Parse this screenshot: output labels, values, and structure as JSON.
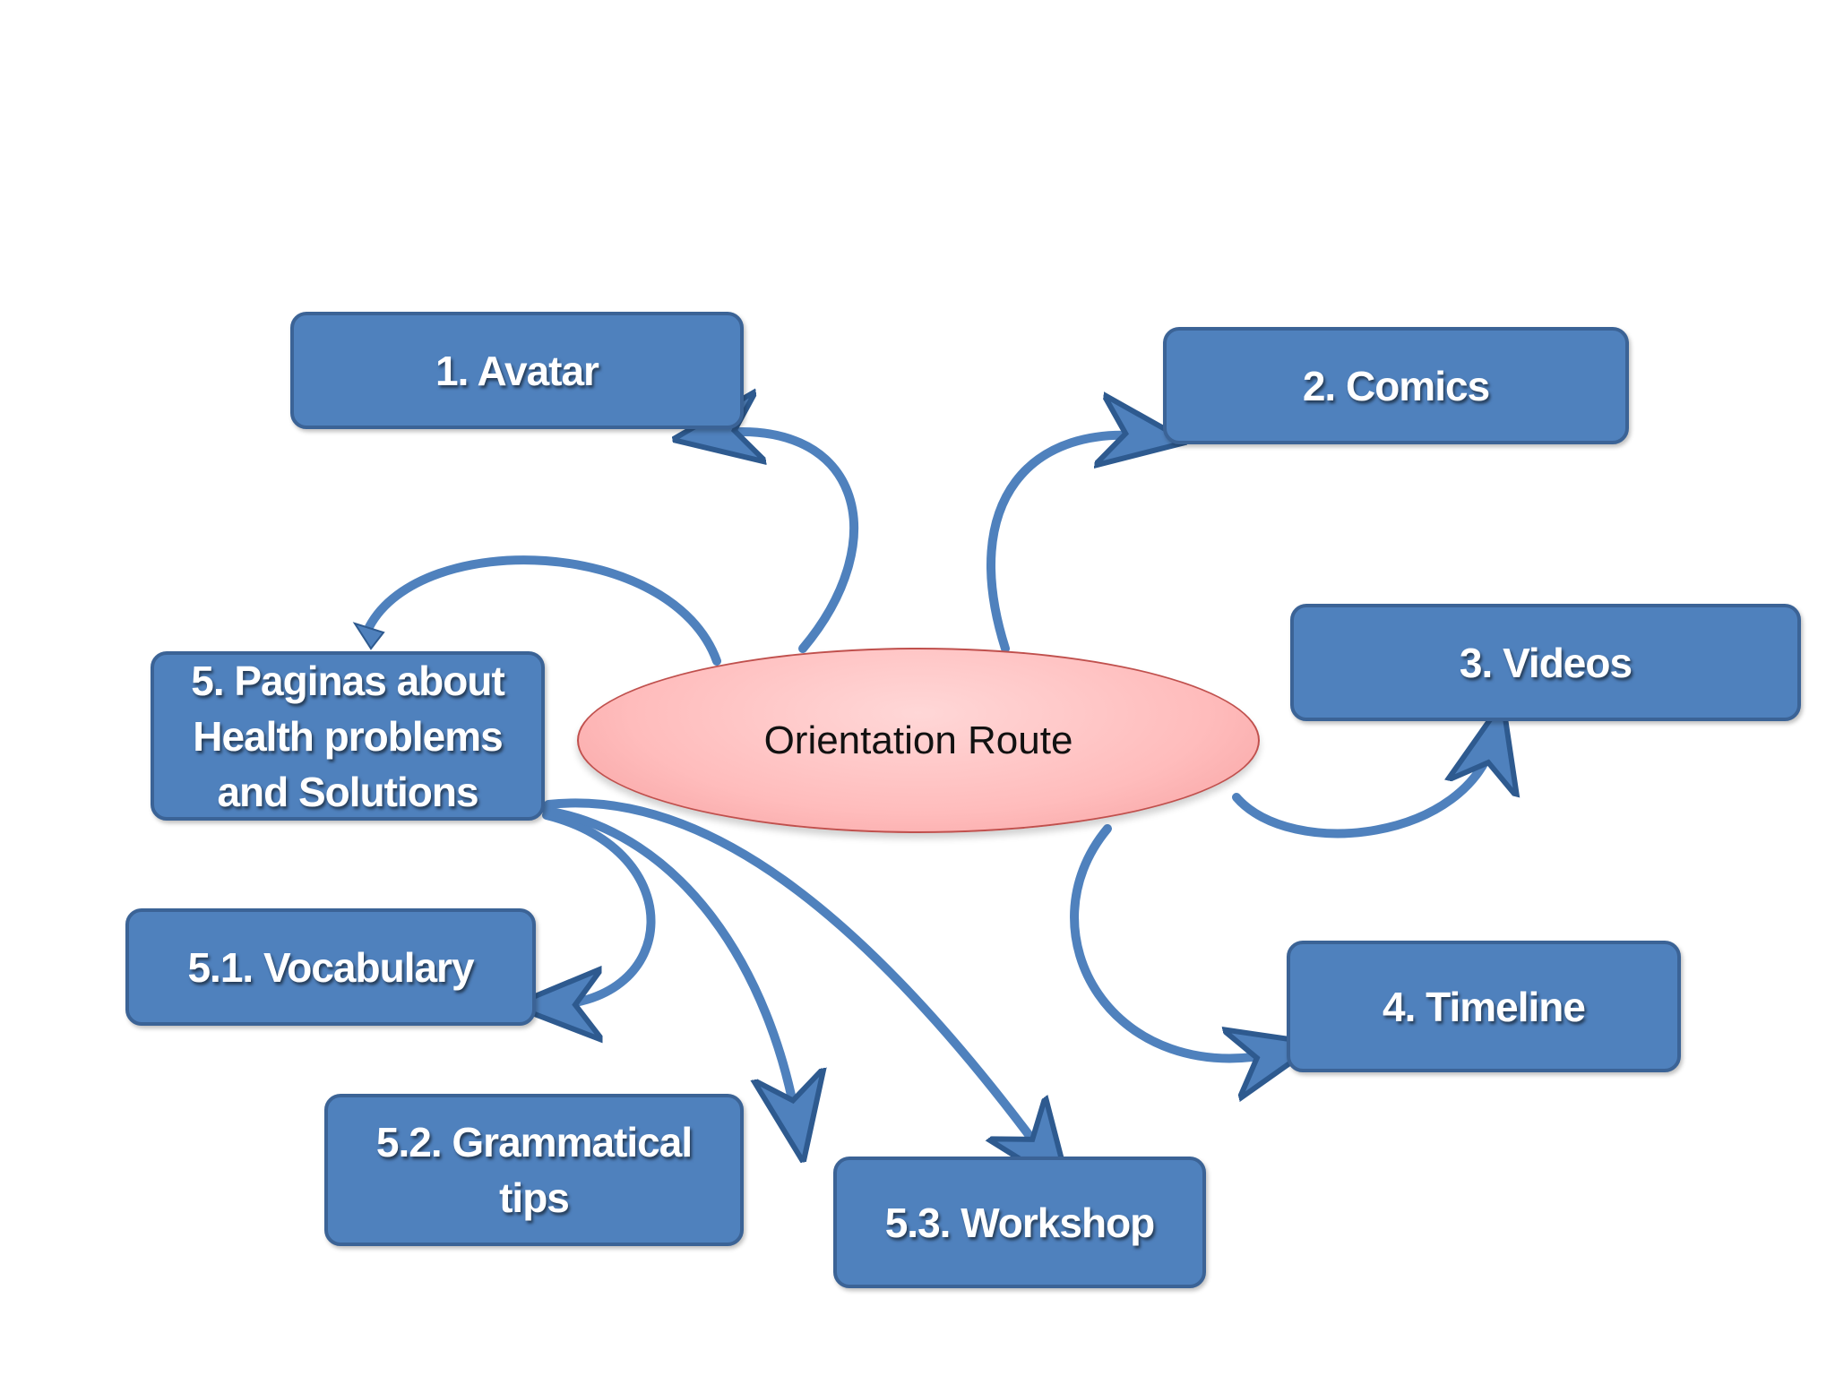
{
  "center": {
    "label": "Orientation Route"
  },
  "nodes": {
    "avatar": "1. Avatar",
    "comics": "2. Comics",
    "videos": "3. Videos",
    "timeline": "4. Timeline",
    "paginas": "5. Paginas about\nHealth problems\nand Solutions",
    "vocabulary": "5.1. Vocabulary",
    "grammatical": "5.2. Grammatical\ntips",
    "workshop": "5.3. Workshop"
  },
  "colors": {
    "box_fill": "#4f81bd",
    "box_border": "#3b6396",
    "arrow_fill": "#4f81bd",
    "ellipse_fill": "#ffbcbc",
    "ellipse_border": "#c0504d"
  }
}
